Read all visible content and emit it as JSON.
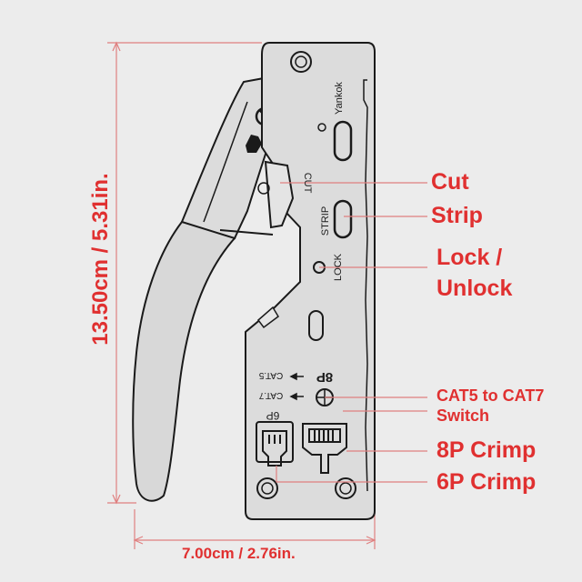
{
  "colors": {
    "outline": "#1a1a1a",
    "body_fill": "#dcdcdc",
    "handle_fill": "#d8d8d8",
    "annotation": "#e03030",
    "background": "#ececec"
  },
  "dimensions": {
    "height": "13.50cm / 5.31in.",
    "width": "7.00cm / 2.76in."
  },
  "tool_labels": {
    "brand": "Yankok",
    "cut": "CUT",
    "strip": "STRIP",
    "lock": "LOCK",
    "size_8p": "8P",
    "size_6p": "6P",
    "cat5_marker": "CAT.5",
    "cat7_marker": "CAT.7"
  },
  "callouts": {
    "cut": "Cut",
    "strip": "Strip",
    "lock_line1": "Lock /",
    "lock_line2": "Unlock",
    "cat_switch_line1": "CAT5 to CAT7",
    "cat_switch_line2": "Switch",
    "crimp_8p": "8P Crimp",
    "crimp_6p": "6P Crimp"
  }
}
